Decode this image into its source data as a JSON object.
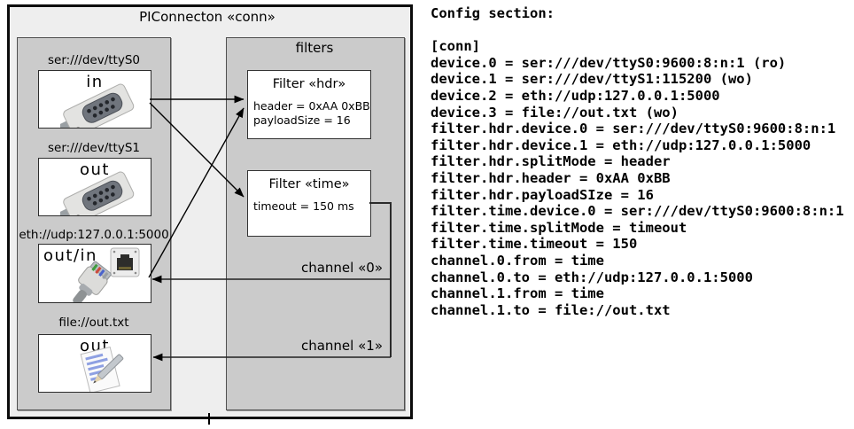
{
  "diagram": {
    "title": "PIConnecton «conn»",
    "filters_title": "filters",
    "devices": [
      {
        "uri": "ser:///dev/ttyS0",
        "role": "in",
        "icon": "db9-serial-connector"
      },
      {
        "uri": "ser:///dev/ttyS1",
        "role": "out",
        "icon": "db9-serial-connector"
      },
      {
        "uri": "eth://udp:127.0.0.1:5000",
        "role": "out/in",
        "icon": "rj45-ethernet-port-and-cable"
      },
      {
        "uri": "file://out.txt",
        "role": "out",
        "icon": "notepad-with-pencil"
      }
    ],
    "filters": [
      {
        "title": "Filter «hdr»",
        "params": [
          "header = 0xAA 0xBB",
          "payloadSize = 16"
        ]
      },
      {
        "title": "Filter «time»",
        "params": [
          "timeout = 150 ms"
        ]
      }
    ],
    "channels": [
      {
        "label": "channel «0»"
      },
      {
        "label": "channel «1»"
      }
    ],
    "colors": {
      "outer_fill": "#eeeeee",
      "group_fill": "#cbcbcb",
      "box_fill": "#ffffff",
      "line": "#000000"
    }
  },
  "config": {
    "heading": "Config section:",
    "lines": [
      "[conn]",
      "device.0 = ser:///dev/ttyS0:9600:8:n:1 (ro)",
      "device.1 = ser:///dev/ttyS1:115200 (wo)",
      "device.2 = eth://udp:127.0.0.1:5000",
      "device.3 = file://out.txt (wo)",
      "filter.hdr.device.0 = ser:///dev/ttyS0:9600:8:n:1",
      "filter.hdr.device.1 = eth://udp:127.0.0.1:5000",
      "filter.hdr.splitMode = header",
      "filter.hdr.header = 0xAA 0xBB",
      "filter.hdr.payloadSIze = 16",
      "filter.time.device.0 = ser:///dev/ttyS0:9600:8:n:1",
      "filter.time.splitMode = timeout",
      "filter.time.timeout = 150",
      "channel.0.from = time",
      "channel.0.to = eth://udp:127.0.0.1:5000",
      "channel.1.from = time",
      "channel.1.to = file://out.txt"
    ]
  }
}
